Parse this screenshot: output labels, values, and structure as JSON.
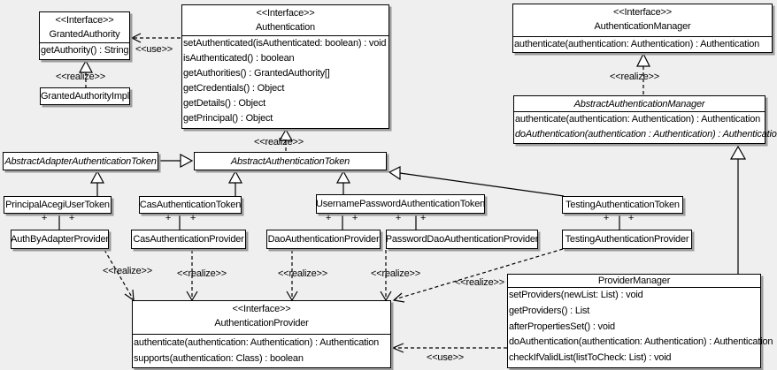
{
  "labels": {
    "use": "<<use>>",
    "realize": "<<realize>>",
    "plus": "+"
  },
  "colors": {
    "background": "#efefef",
    "box_fill": "#ffffff",
    "line": "#000000",
    "shadow": "#9c9c9c"
  },
  "classes": {
    "granted_authority": {
      "stereotype": "<<Interface>>",
      "name": "GrantedAuthority",
      "methods": [
        "getAuthority() : String"
      ]
    },
    "granted_authority_impl": {
      "name": "GrantedAuthorityImpl"
    },
    "authentication": {
      "stereotype": "<<Interface>>",
      "name": "Authentication",
      "methods": [
        "setAuthenticated(isAuthenticated: boolean) : void",
        "isAuthenticated() : boolean",
        "getAuthorities() : GrantedAuthority[]",
        "getCredentials() : Object",
        "getDetails() : Object",
        "getPrincipal() : Object"
      ]
    },
    "authentication_manager": {
      "stereotype": "<<Interface>>",
      "name": "AuthenticationManager",
      "methods": [
        "authenticate(authentication: Authentication) : Authentication"
      ]
    },
    "abstract_authentication_manager": {
      "name": "AbstractAuthenticationManager",
      "methods": [
        "authenticate(authentication: Authentication) : Authentication",
        "doAuthentication(authentication : Authentication) : Authentication"
      ]
    },
    "abstract_adapter_authentication_token": {
      "name": "AbstractAdapterAuthenticationToken"
    },
    "abstract_authentication_token": {
      "name": "AbstractAuthenticationToken"
    },
    "principal_acegi_user_token": {
      "name": "PrincipalAcegiUserToken"
    },
    "cas_authentication_token": {
      "name": "CasAuthenticationToken"
    },
    "username_password_authentication_token": {
      "name": "UsernamePasswordAuthenticationToken"
    },
    "testing_authentication_token": {
      "name": "TestingAuthenticationToken"
    },
    "auth_by_adapter_provider": {
      "name": "AuthByAdapterProvider"
    },
    "cas_authentication_provider": {
      "name": "CasAuthenticationProvider"
    },
    "dao_authentication_provider": {
      "name": "DaoAuthenticationProvider"
    },
    "password_dao_authentication_provider": {
      "name": "PasswordDaoAuthenticationProvider"
    },
    "testing_authentication_provider": {
      "name": "TestingAuthenticationProvider"
    },
    "authentication_provider": {
      "stereotype": "<<Interface>>",
      "name": "AuthenticationProvider",
      "methods": [
        "authenticate(authentication: Authentication) : Authentication",
        "supports(authentication: Class) : boolean"
      ]
    },
    "provider_manager": {
      "name": "ProviderManager",
      "methods": [
        "setProviders(newList: List) : void",
        "getProviders() : List",
        "afterPropertiesSet() : void",
        "doAuthentication(authentication: Authentication) : Authentication",
        "checkIfValidList(listToCheck: List) : void"
      ]
    }
  }
}
